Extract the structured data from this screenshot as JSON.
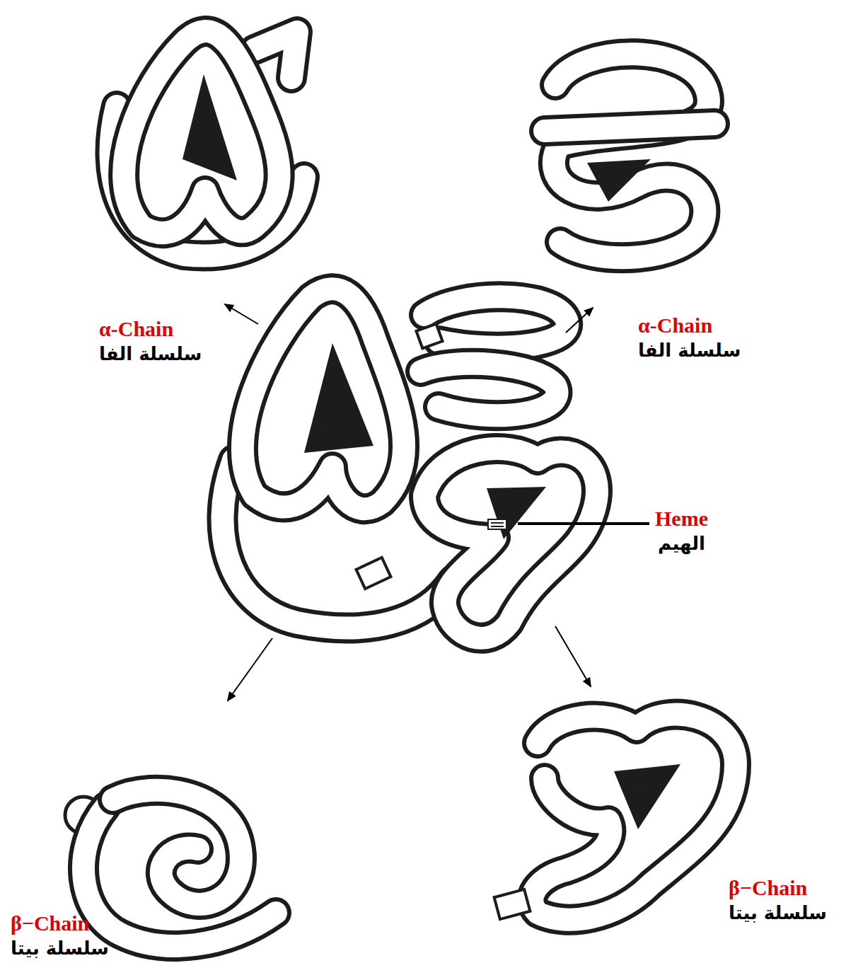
{
  "diagram": {
    "labels": [
      "α-Chain",
      "سلسلة الفا",
      "α-Chain",
      "سلسلة الفا",
      "Heme",
      "الهيم",
      "β−Chain",
      "سلسلة بيتا",
      "β−Chain",
      "سلسلة بيتا"
    ]
  }
}
